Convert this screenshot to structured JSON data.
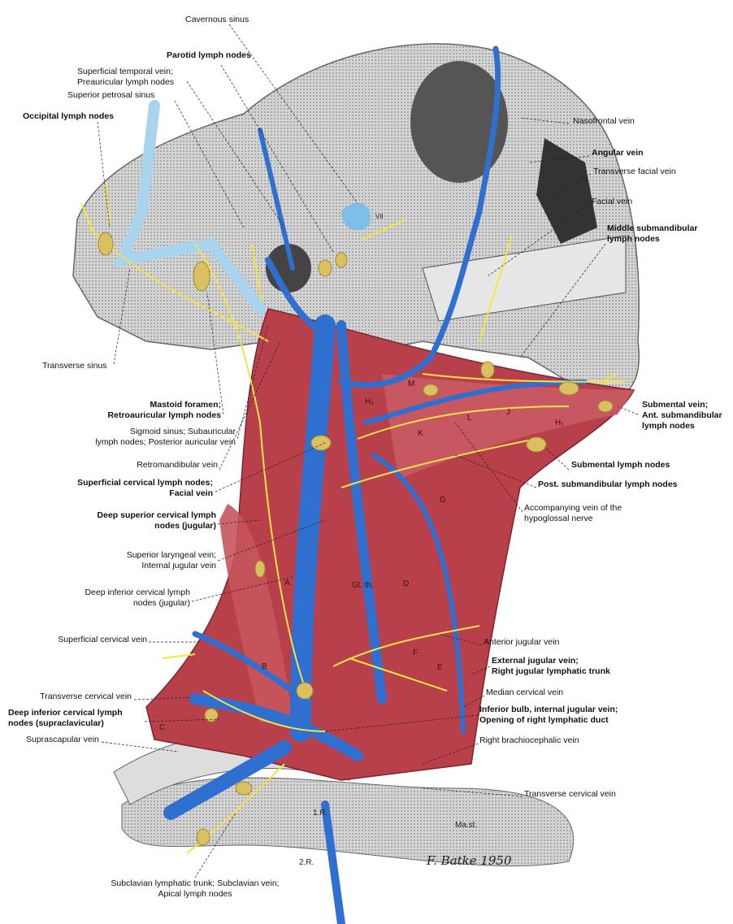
{
  "labels": {
    "cavernous_sinus": "Cavernous sinus",
    "parotid_lymph_nodes": "Parotid lymph nodes",
    "superficial_temporal_vein_1": "Superficial temporal vein;",
    "superficial_temporal_vein_2": "Preauricular lymph nodes",
    "superior_petrosal_sinus": "Superior petrosal sinus",
    "occipital_lymph_nodes": "Occipital lymph nodes",
    "nasofrontal_vein": "Nasofrontal vein",
    "angular_vein": "Angular vein",
    "transverse_facial_vein": "Transverse facial vein",
    "facial_vein": "Facial vein",
    "middle_submandibular_1": "Middle submandibular",
    "middle_submandibular_2": "lymph nodes",
    "transverse_sinus": "Transverse sinus",
    "mastoid_foramen_1": "Mastoid foramen;",
    "mastoid_foramen_2": "Retroauricular lymph nodes",
    "sigmoid_sinus_1": "Sigmoid sinus; Subauricular",
    "sigmoid_sinus_2": "lymph nodes; Posterior auricular vein",
    "submental_vein_1": "Submental vein;",
    "submental_vein_2": "Ant. submandibular",
    "submental_vein_3": "lymph nodes",
    "submental_lymph_nodes": "Submental lymph nodes",
    "retromandibular_vein": "Retromandibular vein",
    "superficial_cervical_ln_1": "Superficial cervical lymph nodes;",
    "superficial_cervical_ln_2": "Facial vein",
    "post_submandibular": "Post. submandibular lymph nodes",
    "accompanying_vein_1": "Accompanying vein of the",
    "accompanying_vein_2": "hypoglossal nerve",
    "deep_superior_1": "Deep superior cervical lymph",
    "deep_superior_2": "nodes (jugular)",
    "superior_laryngeal_1": "Superior laryngeal vein;",
    "superior_laryngeal_2": "Internal jugular vein",
    "deep_inferior_jug_1": "Deep inferior cervical lymph",
    "deep_inferior_jug_2": "nodes (jugular)",
    "superficial_cervical_vein": "Superficial cervical vein",
    "anterior_jugular_vein": "Anterior jugular vein",
    "external_jugular_1": "External jugular vein;",
    "external_jugular_2": "Right jugular lymphatic trunk",
    "median_cervical_vein": "Median cervical vein",
    "transverse_cervical_vein_left": "Transverse cervical vein",
    "deep_inferior_supra_1": "Deep inferior cervical lymph",
    "deep_inferior_supra_2": "nodes (supraclavicular)",
    "inferior_bulb_1": "Inferior bulb, internal jugular vein;",
    "inferior_bulb_2": "Opening of right lymphatic duct",
    "suprascapular_vein": "Suprascapular vein",
    "right_brachiocephalic_vein": "Right brachiocephalic vein",
    "transverse_cervical_vein_right": "Transverse cervical vein",
    "subclavian_1": "Subclavian lymphatic trunk; Subclavian vein;",
    "subclavian_2": "Apical lymph nodes"
  },
  "letters": {
    "A": "A",
    "B": "B",
    "C": "C",
    "D": "D",
    "E": "E",
    "F": "F",
    "G": "G",
    "H2": "H₂",
    "H1": "H₁",
    "J": "J",
    "K": "K",
    "L": "L",
    "M": "M",
    "gl_th": "Gl. th.",
    "r1": "1.R.",
    "r2": "2.R.",
    "ma_st": "Ma.st.",
    "vii": "VII"
  },
  "signature": "F. Batke 1950",
  "colors": {
    "vein": "#2f6fd0",
    "lymph": "#f2e24a",
    "node": "#d9c060",
    "muscle": "#b8404a",
    "bone": "#c8c8c8",
    "csf_sinus": "#a9d4ee"
  }
}
